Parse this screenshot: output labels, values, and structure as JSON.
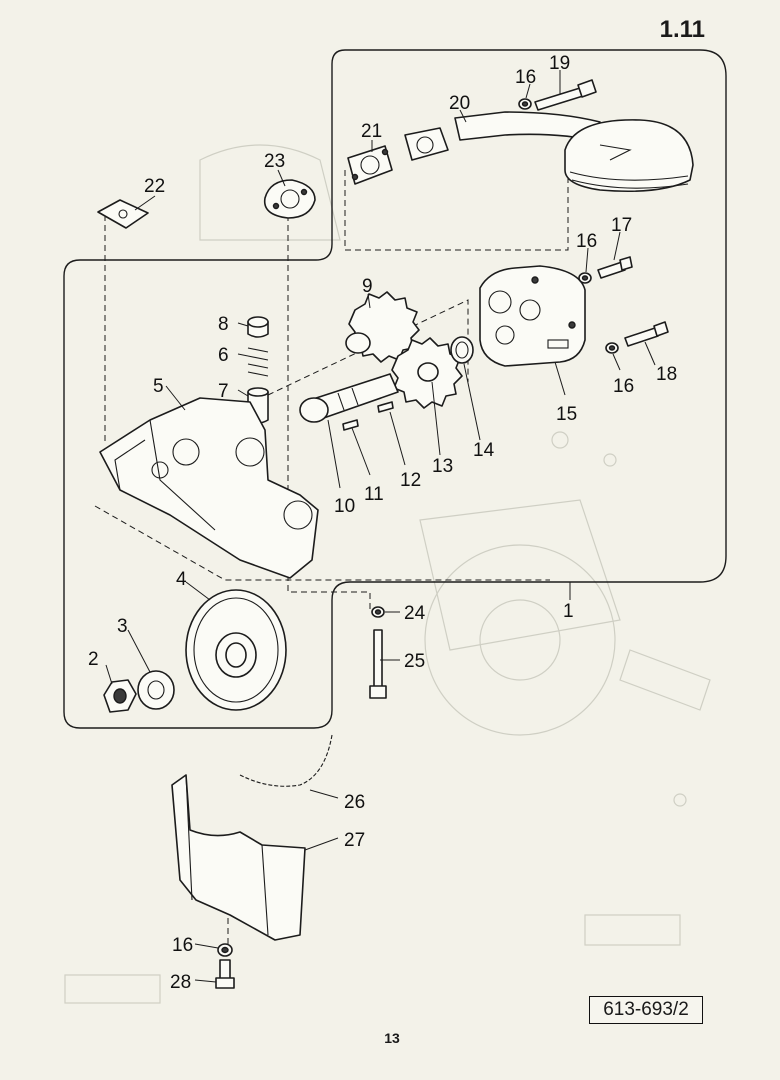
{
  "header": {
    "section_number": "1.11"
  },
  "footer": {
    "drawing_number": "613-693/2",
    "page_number": "13"
  },
  "callouts": [
    {
      "id": "c1",
      "text": "1"
    },
    {
      "id": "c2",
      "text": "2"
    },
    {
      "id": "c3",
      "text": "3"
    },
    {
      "id": "c4",
      "text": "4"
    },
    {
      "id": "c5",
      "text": "5"
    },
    {
      "id": "c6",
      "text": "6"
    },
    {
      "id": "c7",
      "text": "7"
    },
    {
      "id": "c8",
      "text": "8"
    },
    {
      "id": "c9",
      "text": "9"
    },
    {
      "id": "c10",
      "text": "10"
    },
    {
      "id": "c11",
      "text": "11"
    },
    {
      "id": "c12",
      "text": "12"
    },
    {
      "id": "c13",
      "text": "13"
    },
    {
      "id": "c14",
      "text": "14"
    },
    {
      "id": "c15",
      "text": "15"
    },
    {
      "id": "c16a",
      "text": "16"
    },
    {
      "id": "c16b",
      "text": "16"
    },
    {
      "id": "c16c",
      "text": "16"
    },
    {
      "id": "c16d",
      "text": "16"
    },
    {
      "id": "c17",
      "text": "17"
    },
    {
      "id": "c18",
      "text": "18"
    },
    {
      "id": "c19",
      "text": "19"
    },
    {
      "id": "c20",
      "text": "20"
    },
    {
      "id": "c21",
      "text": "21"
    },
    {
      "id": "c22",
      "text": "22"
    },
    {
      "id": "c23",
      "text": "23"
    },
    {
      "id": "c24",
      "text": "24"
    },
    {
      "id": "c25",
      "text": "25"
    },
    {
      "id": "c26",
      "text": "26"
    },
    {
      "id": "c27",
      "text": "27"
    },
    {
      "id": "c28",
      "text": "28"
    }
  ],
  "colors": {
    "paper": "#f3f2e9",
    "ink": "#1c1c1c",
    "show_through": "#cfcfc4"
  }
}
